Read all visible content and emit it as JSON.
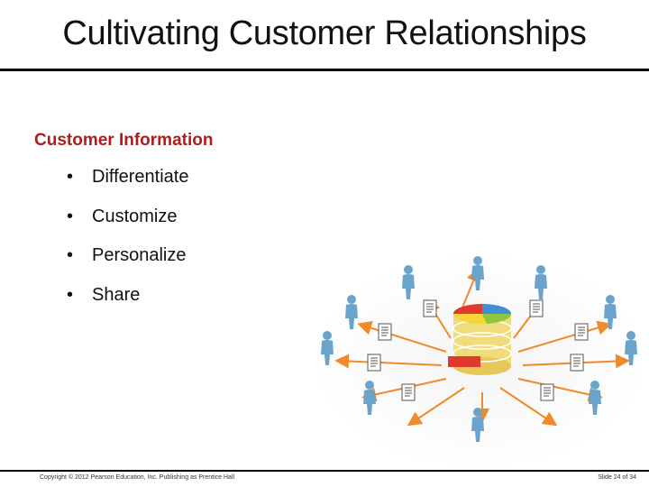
{
  "slide": {
    "title": "Cultivating Customer Relationships",
    "section_heading": "Customer Information",
    "bullets": [
      "Differentiate",
      "Customize",
      "Personalize",
      "Share"
    ],
    "bullet_symbol": "•"
  },
  "illustration": {
    "icons": [
      "person-icon",
      "document-icon",
      "database-icon",
      "arrow-icon"
    ],
    "colors": {
      "person": "#6aa3cc",
      "arrow": "#f08a2a",
      "db_red": "#e03a2e",
      "db_blue": "#3d8fd6",
      "db_green": "#8cc63f",
      "db_yellow": "#f6d43a"
    }
  },
  "footer": {
    "copyright": "Copyright © 2012 Pearson Education, Inc. Publishing as Prentice Hall",
    "slide_number": "Slide 24 of 34"
  }
}
